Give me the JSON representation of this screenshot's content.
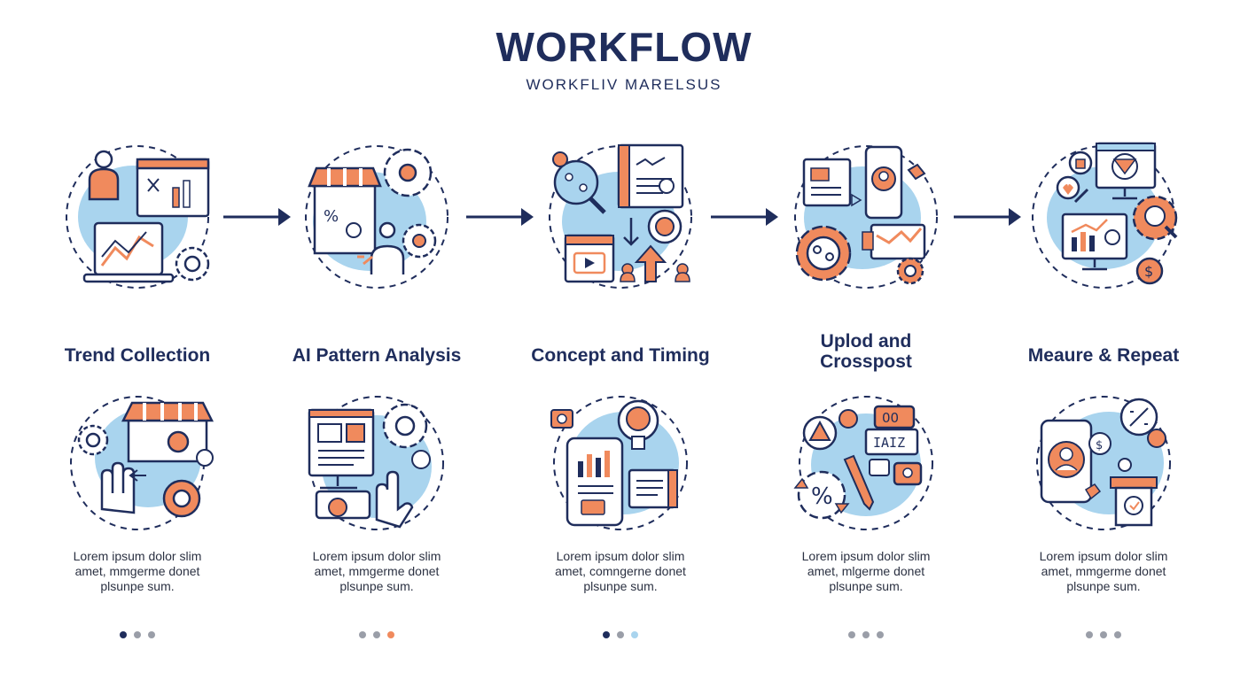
{
  "header": {
    "title": "WORKFLOW",
    "subtitle": "WORKFLIV MARELSUS"
  },
  "colors": {
    "navy": "#1f2d5c",
    "orange": "#f08a5d",
    "lightblue": "#a9d4ee",
    "gray": "#9a9ea8"
  },
  "steps": [
    {
      "title": "Trend Collection",
      "desc_lines": [
        "Lorem ipsum dolor slim",
        "amet, mmgerme donet",
        "plsunpe sum."
      ],
      "dots": [
        "navy",
        "gray",
        "gray"
      ]
    },
    {
      "title": "AI Pattern Analysis",
      "desc_lines": [
        "Lorem ipsum dolor slim",
        "amet, mmgerme donet",
        "plsunpe sum."
      ],
      "dots": [
        "gray",
        "gray",
        "orange"
      ]
    },
    {
      "title": "Concept and Timing",
      "desc_lines": [
        "Lorem ipsum dolor slim",
        "amet, comngerne donet",
        "plsunpe sum."
      ],
      "dots": [
        "navy",
        "gray",
        "lightblue"
      ]
    },
    {
      "title_lines": [
        "Uplod and",
        "Crosspost"
      ],
      "desc_lines": [
        "Lorem ipsum dolor slim",
        "amet, mlgerme donet",
        "plsunpe sum."
      ],
      "dots": [
        "gray",
        "gray",
        "gray"
      ]
    },
    {
      "title": "Meaure & Repeat",
      "desc_lines": [
        "Lorem ipsum dolor slim",
        "amet, mmgerme donet",
        "plsunpe sum."
      ],
      "dots": [
        "gray",
        "gray",
        "gray"
      ]
    }
  ],
  "icons": {
    "top": [
      "analytics-dashboard-icon",
      "storefront-gears-icon",
      "search-content-icon",
      "upload-devices-icon",
      "measure-growth-icon"
    ],
    "bottom": [
      "store-gear-hand-icon",
      "monitor-gear-hand-icon",
      "mobile-chart-lightbulb-icon",
      "percent-cycle-pencil-icon",
      "mobile-user-money-icon"
    ]
  }
}
